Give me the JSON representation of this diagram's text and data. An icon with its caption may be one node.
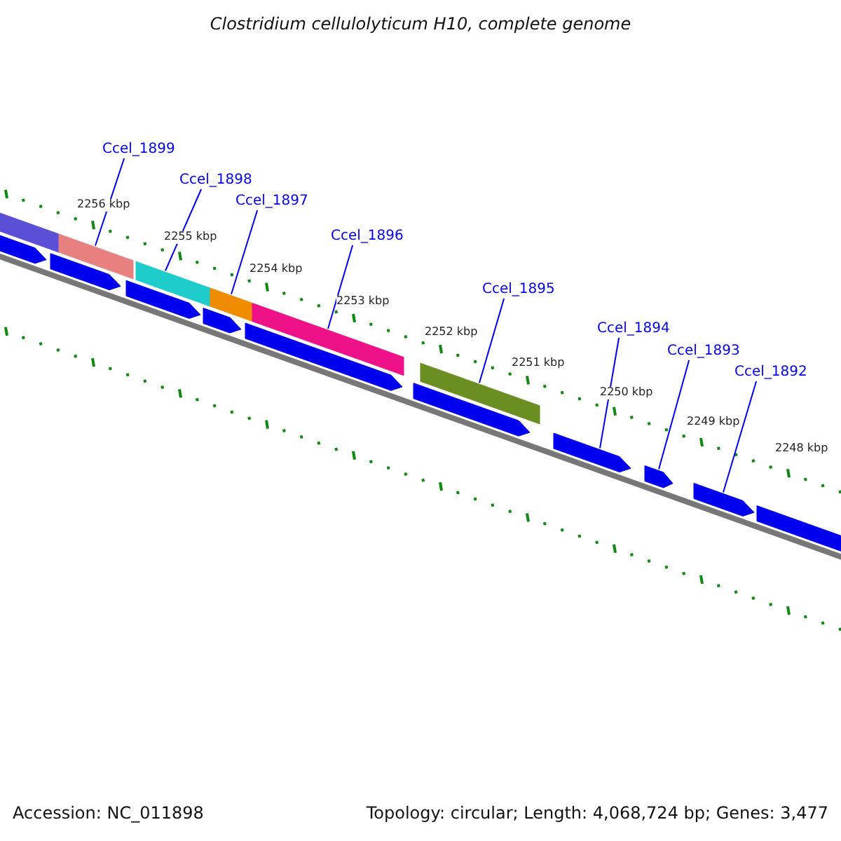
{
  "diagram": {
    "title": "Clostridium cellulolyticum H10, complete genome",
    "nodes": [
      {
        "text": [
          "Ccel_1899"
        ]
      },
      {
        "text": [
          "Ccel_1898"
        ]
      },
      {
        "text": [
          "Ccel_1897"
        ]
      },
      {
        "text": [
          "Ccel_1896"
        ]
      },
      {
        "text": [
          "Ccel_1895"
        ]
      },
      {
        "text": [
          "Ccel_1894"
        ]
      },
      {
        "text": [
          "Ccel_1893"
        ]
      },
      {
        "text": [
          "Ccel_1892"
        ]
      },
      {
        "text": [],
        "shape": "bar"
      },
      {
        "text": [],
        "shape": "bar"
      },
      {
        "text": [],
        "shape": "bar"
      },
      {
        "text": [],
        "shape": "bar"
      },
      {
        "text": [],
        "shape": "bar"
      },
      {
        "text": [],
        "shape": "bar"
      },
      {
        "text": [],
        "shape": "bar"
      },
      {
        "text": [],
        "shape": "bar"
      },
      {
        "text": [],
        "shape": "bar"
      },
      {
        "text": [],
        "shape": "bar"
      },
      {
        "text": [],
        "shape": "bar"
      },
      {
        "text": [],
        "shape": "bar"
      },
      {
        "text": [],
        "shape": "bar"
      },
      {
        "text": [],
        "shape": "bar"
      },
      {
        "text": [],
        "shape": "bar"
      },
      {
        "text": [],
        "shape": "bar"
      }
    ],
    "edges": [
      {
        "from": 0,
        "to": 9,
        "arrow": "none"
      },
      {
        "from": 1,
        "to": 10,
        "arrow": "none"
      },
      {
        "from": 2,
        "to": 11,
        "arrow": "none"
      },
      {
        "from": 3,
        "to": 12,
        "arrow": "none"
      },
      {
        "from": 4,
        "to": 13,
        "arrow": "none"
      },
      {
        "from": 5,
        "to": 20,
        "arrow": "none"
      },
      {
        "from": 6,
        "to": 21,
        "arrow": "none"
      },
      {
        "from": 7,
        "to": 22,
        "arrow": "none"
      }
    ],
    "labels": [
      "2256 kbp",
      "2255 kbp",
      "2254 kbp",
      "2253 kbp",
      "2252 kbp",
      "2251 kbp",
      "2250 kbp",
      "2249 kbp",
      "2248 kbp",
      "Accession: NC_011898",
      "Topology: circular; Length: 4,068,724 bp; Genes: 3,477"
    ]
  }
}
